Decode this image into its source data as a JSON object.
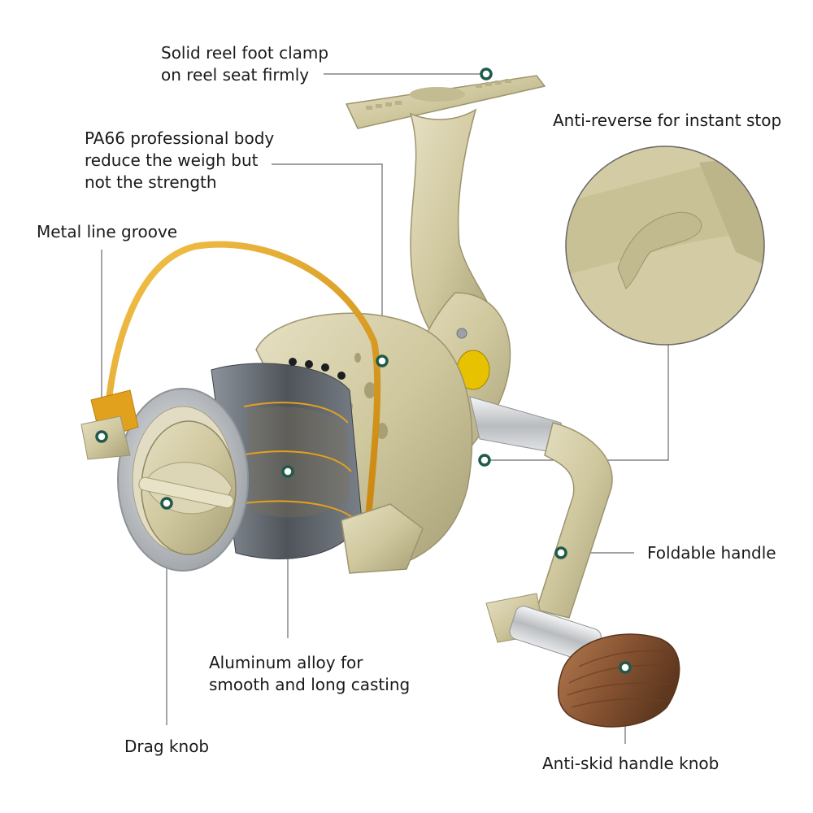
{
  "colors": {
    "body": "#cfc79d",
    "body_shadow": "#a8a078",
    "body_light": "#e4dec0",
    "bail": "#e2a11d",
    "spool_rim": "#c9ccce",
    "spool_dark": "#5a5f66",
    "line": "#e2a11d",
    "wood": "#9a6440",
    "wood_dark": "#6b3f24",
    "metal": "#d8dadc",
    "marker": "#1f5a4a",
    "leader": "#6b6b6b"
  },
  "callouts": {
    "foot_clamp": {
      "icon": "marker-dot-icon",
      "lines": [
        "Solid reel foot clamp",
        "on reel seat firmly"
      ]
    },
    "body": {
      "icon": "marker-dot-icon",
      "lines": [
        "PA66 professional body",
        "reduce the weigh but",
        "not the strength"
      ]
    },
    "line_groove": {
      "icon": "marker-dot-icon",
      "lines": [
        "Metal line groove"
      ]
    },
    "anti_reverse": {
      "icon": "marker-dot-icon",
      "lines": [
        "Anti-reverse for instant stop"
      ]
    },
    "foldable_handle": {
      "icon": "marker-dot-icon",
      "lines": [
        "Foldable handle"
      ]
    },
    "aluminum_spool": {
      "icon": "marker-dot-icon",
      "lines": [
        "Aluminum alloy for",
        "smooth and long casting"
      ]
    },
    "drag_knob": {
      "icon": "marker-dot-icon",
      "lines": [
        "Drag knob"
      ]
    },
    "handle_knob": {
      "icon": "marker-dot-icon",
      "lines": [
        "Anti-skid handle knob"
      ]
    }
  }
}
